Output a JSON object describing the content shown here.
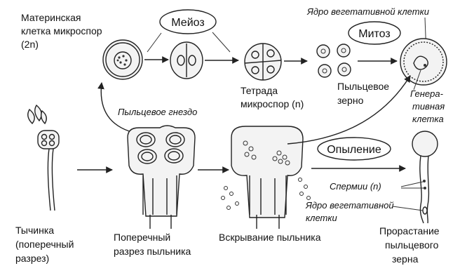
{
  "labels": {
    "mother_cell": [
      "Материнская",
      "клетка микроспор",
      "(2n)"
    ],
    "meiosis": "Мейоз",
    "mitosis": "Митоз",
    "pollination": "Опыление",
    "tetrad": [
      "Тетрада",
      "микроспор (n)"
    ],
    "pollen_grain": [
      "Пыльцевое",
      "зерно"
    ],
    "veg_nucleus_top": "Ядро вегетативной клетки",
    "generative_cell": [
      "Генера-",
      "тивная",
      "клетка"
    ],
    "pollen_sac": "Пыльцевое гнездо",
    "sperms": "Спермии (n)",
    "veg_nucleus_bottom": [
      "Ядро вегетативной",
      "клетки"
    ],
    "stamen": [
      "Тычинка",
      "(поперечный",
      "разрез)"
    ],
    "cross_section": [
      "Поперечный",
      "разрез пыльника"
    ],
    "dehiscence": "Вскрывание пыльника",
    "germination": [
      "Прорастание",
      "пыльцевого",
      "зерна"
    ]
  }
}
